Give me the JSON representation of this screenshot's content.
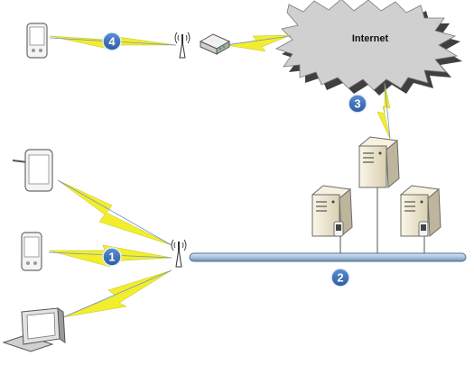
{
  "diagram": {
    "cloud_label": "Internet",
    "badges": [
      "1",
      "2",
      "3",
      "4"
    ]
  },
  "colors": {
    "badge_fill": "#3b6fb6",
    "lightning": "#f2ee2e",
    "cloud_fill": "#d0d0d0",
    "network_bus": "#a9c3dd"
  }
}
